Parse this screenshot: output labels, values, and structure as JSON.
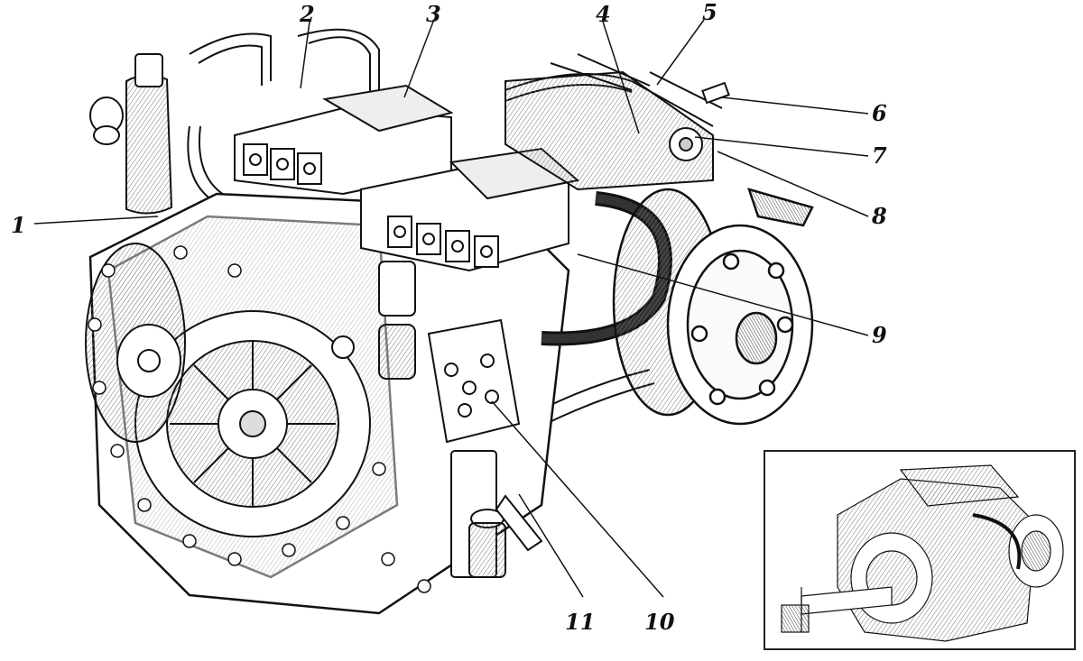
{
  "diagram": {
    "callouts": [
      {
        "id": "c1",
        "label": "1"
      },
      {
        "id": "c2",
        "label": "2"
      },
      {
        "id": "c3",
        "label": "3"
      },
      {
        "id": "c4",
        "label": "4"
      },
      {
        "id": "c5",
        "label": "5"
      },
      {
        "id": "c6",
        "label": "6"
      },
      {
        "id": "c7",
        "label": "7"
      },
      {
        "id": "c8",
        "label": "8"
      },
      {
        "id": "c9",
        "label": "9"
      },
      {
        "id": "c10",
        "label": "10"
      },
      {
        "id": "c11",
        "label": "11"
      }
    ],
    "inset": {
      "present": true
    }
  },
  "colors": {
    "ink": "#111111",
    "paper": "#ffffff",
    "shade": "#bdbdbd"
  }
}
